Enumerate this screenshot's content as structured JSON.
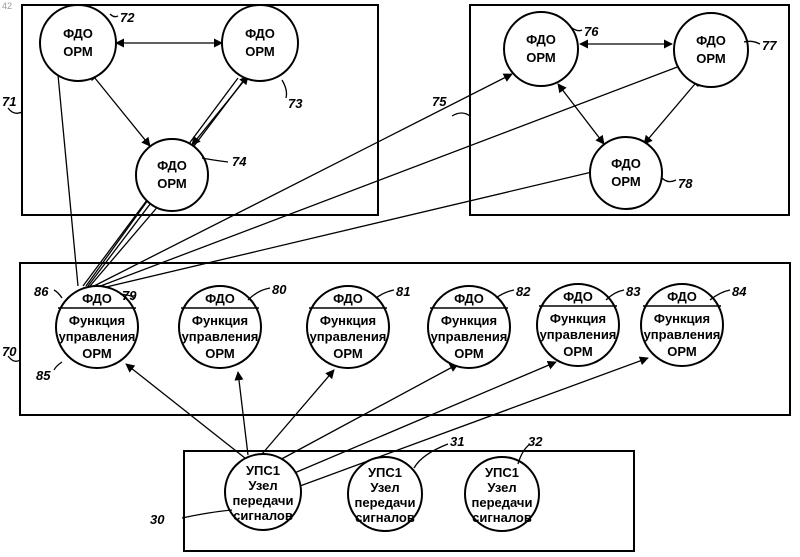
{
  "corner_mark": "42",
  "node_labels": {
    "fdo": "ФДО",
    "orm": "ОРМ",
    "funktsiya": "Функция",
    "upravleniya": "управления",
    "ups1": "УПС1",
    "uzel": "Узел",
    "peredachi": "передачи",
    "signalov": "сигналов"
  },
  "refs": {
    "r70": "70",
    "r71": "71",
    "r72": "72",
    "r73": "73",
    "r74": "74",
    "r75": "75",
    "r76": "76",
    "r77": "77",
    "r78": "78",
    "r79": "79",
    "r80": "80",
    "r81": "81",
    "r82": "82",
    "r83": "83",
    "r84": "84",
    "r85": "85",
    "r86": "86",
    "r30": "30",
    "r31": "31",
    "r32": "32"
  }
}
